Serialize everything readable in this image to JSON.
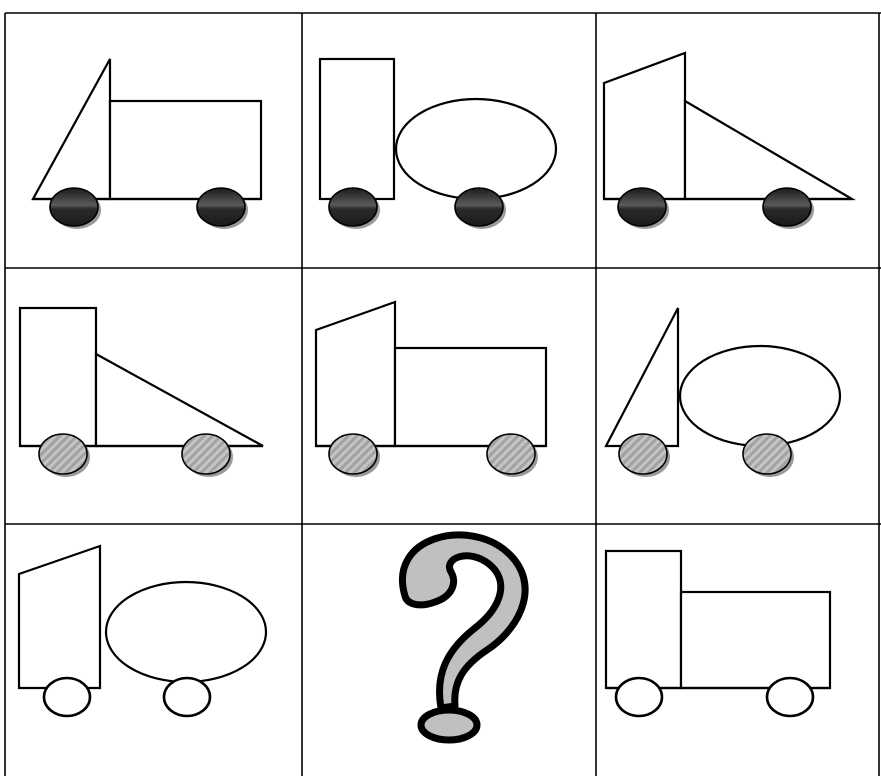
{
  "grid": {
    "rows": 3,
    "columns": 3,
    "cells": [
      {
        "row": 1,
        "col": 1,
        "cab": "triangle",
        "body": "rectangle",
        "wheels": "dark"
      },
      {
        "row": 1,
        "col": 2,
        "cab": "rectangle",
        "body": "ellipse",
        "wheels": "dark"
      },
      {
        "row": 1,
        "col": 3,
        "cab": "trapezoid",
        "body": "triangle",
        "wheels": "dark"
      },
      {
        "row": 2,
        "col": 1,
        "cab": "rectangle",
        "body": "triangle",
        "wheels": "gray"
      },
      {
        "row": 2,
        "col": 2,
        "cab": "trapezoid",
        "body": "rectangle",
        "wheels": "gray"
      },
      {
        "row": 2,
        "col": 3,
        "cab": "triangle",
        "body": "ellipse",
        "wheels": "gray"
      },
      {
        "row": 3,
        "col": 1,
        "cab": "trapezoid",
        "body": "ellipse",
        "wheels": "white"
      },
      {
        "row": 3,
        "col": 2,
        "missing": true,
        "icon": "question-mark-icon"
      },
      {
        "row": 3,
        "col": 3,
        "cab": "rectangle",
        "body": "rectangle",
        "wheels": "white"
      }
    ]
  },
  "colors": {
    "stroke": "#000000",
    "dark_wheel": "#3a3a3a",
    "gray_wheel": "#b8b8b8",
    "white_wheel": "#ffffff",
    "question_fill": "#c0c0c0"
  }
}
